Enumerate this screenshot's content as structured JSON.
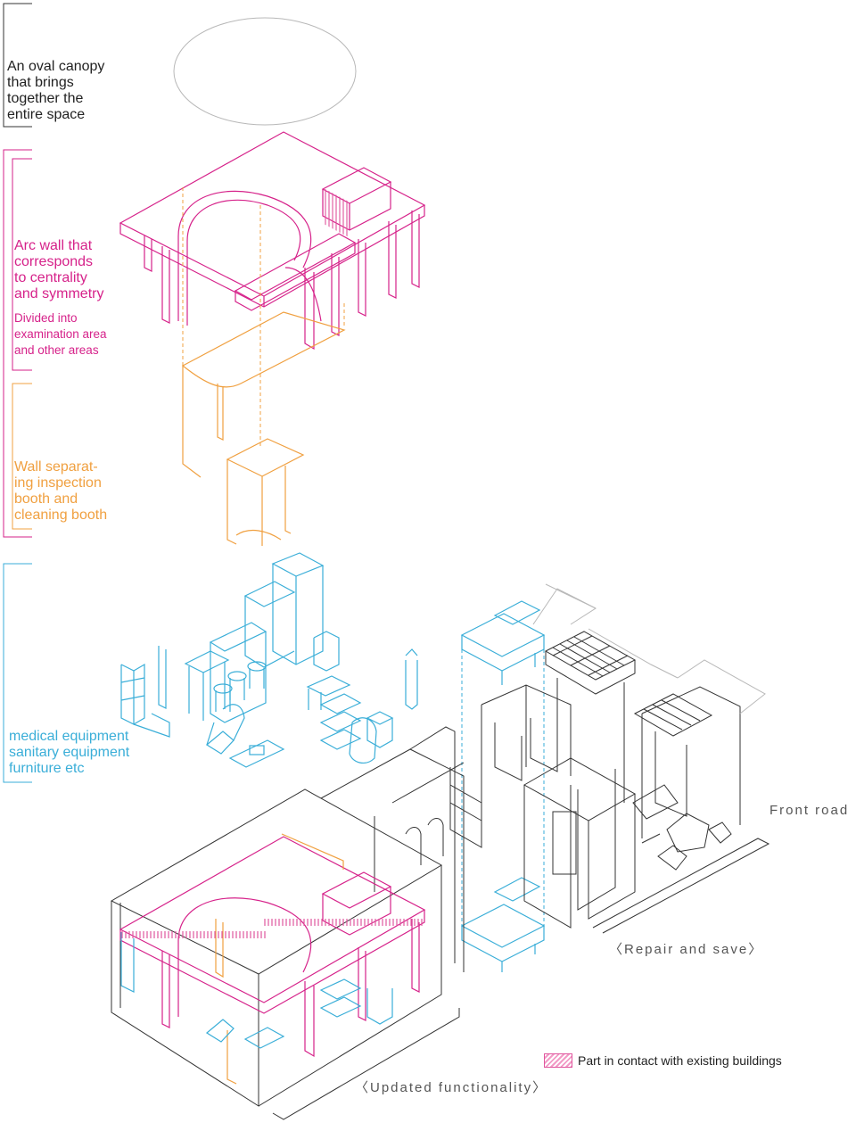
{
  "colors": {
    "black": "#222222",
    "magenta": "#d6228a",
    "orange": "#f0a040",
    "cyan": "#3aaed8",
    "grey": "#b8b8b8",
    "dark": "#333333",
    "hatch": "#f29bc6"
  },
  "labels": {
    "canopy": "An oval canopy\nthat brings\ntogether the\nentire space",
    "arc_wall": "Arc wall that\ncorresponds\nto centrality\nand symmetry",
    "arc_wall_sub": "Divided into\nexamination area\nand other areas",
    "wall_separating": "Wall separat-\ning inspection\nbooth and\ncleaning booth",
    "equipment": "medical equipment\nsanitary equipment\nfurniture etc"
  },
  "annotations": {
    "front_road": "Front road",
    "repair": "〈Repair and save〉",
    "updated": "〈Updated functionality〉"
  },
  "legend": {
    "text": "Part in contact with existing buildings"
  }
}
